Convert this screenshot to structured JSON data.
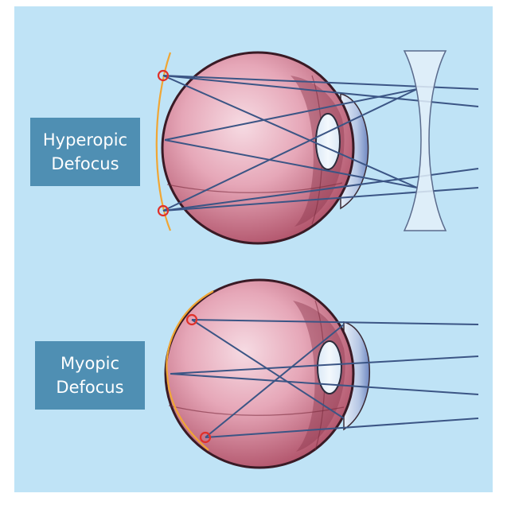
{
  "labels": {
    "hyperopic": {
      "line1": "Hyperopic",
      "line2": "Defocus"
    },
    "myopic": {
      "line1": "Myopic",
      "line2": "Defocus"
    }
  },
  "colors": {
    "background": "#bfe3f6",
    "label_box": "#4f8fb3",
    "ray": "#3b5585",
    "eyeball": "#d27f96",
    "focal_curve": "#f0a634",
    "focus_marker": "#e0312a"
  },
  "icons": [
    "eyeball-illustration",
    "concave-lens-illustration",
    "focus-point-marker"
  ]
}
